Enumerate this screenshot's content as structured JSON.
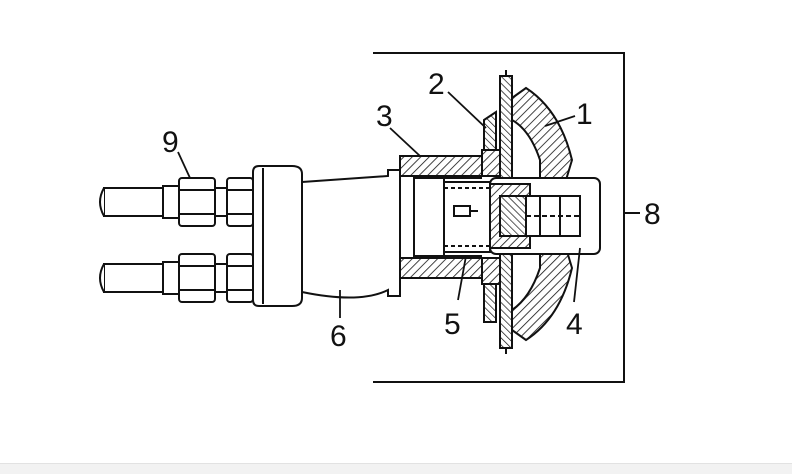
{
  "diagram": {
    "labels": {
      "l1": "1",
      "l2": "2",
      "l3": "3",
      "l4": "4",
      "l5": "5",
      "l6": "6",
      "l8": "8",
      "l9": "9"
    },
    "line_color": "#111111",
    "background": "#ffffff"
  }
}
